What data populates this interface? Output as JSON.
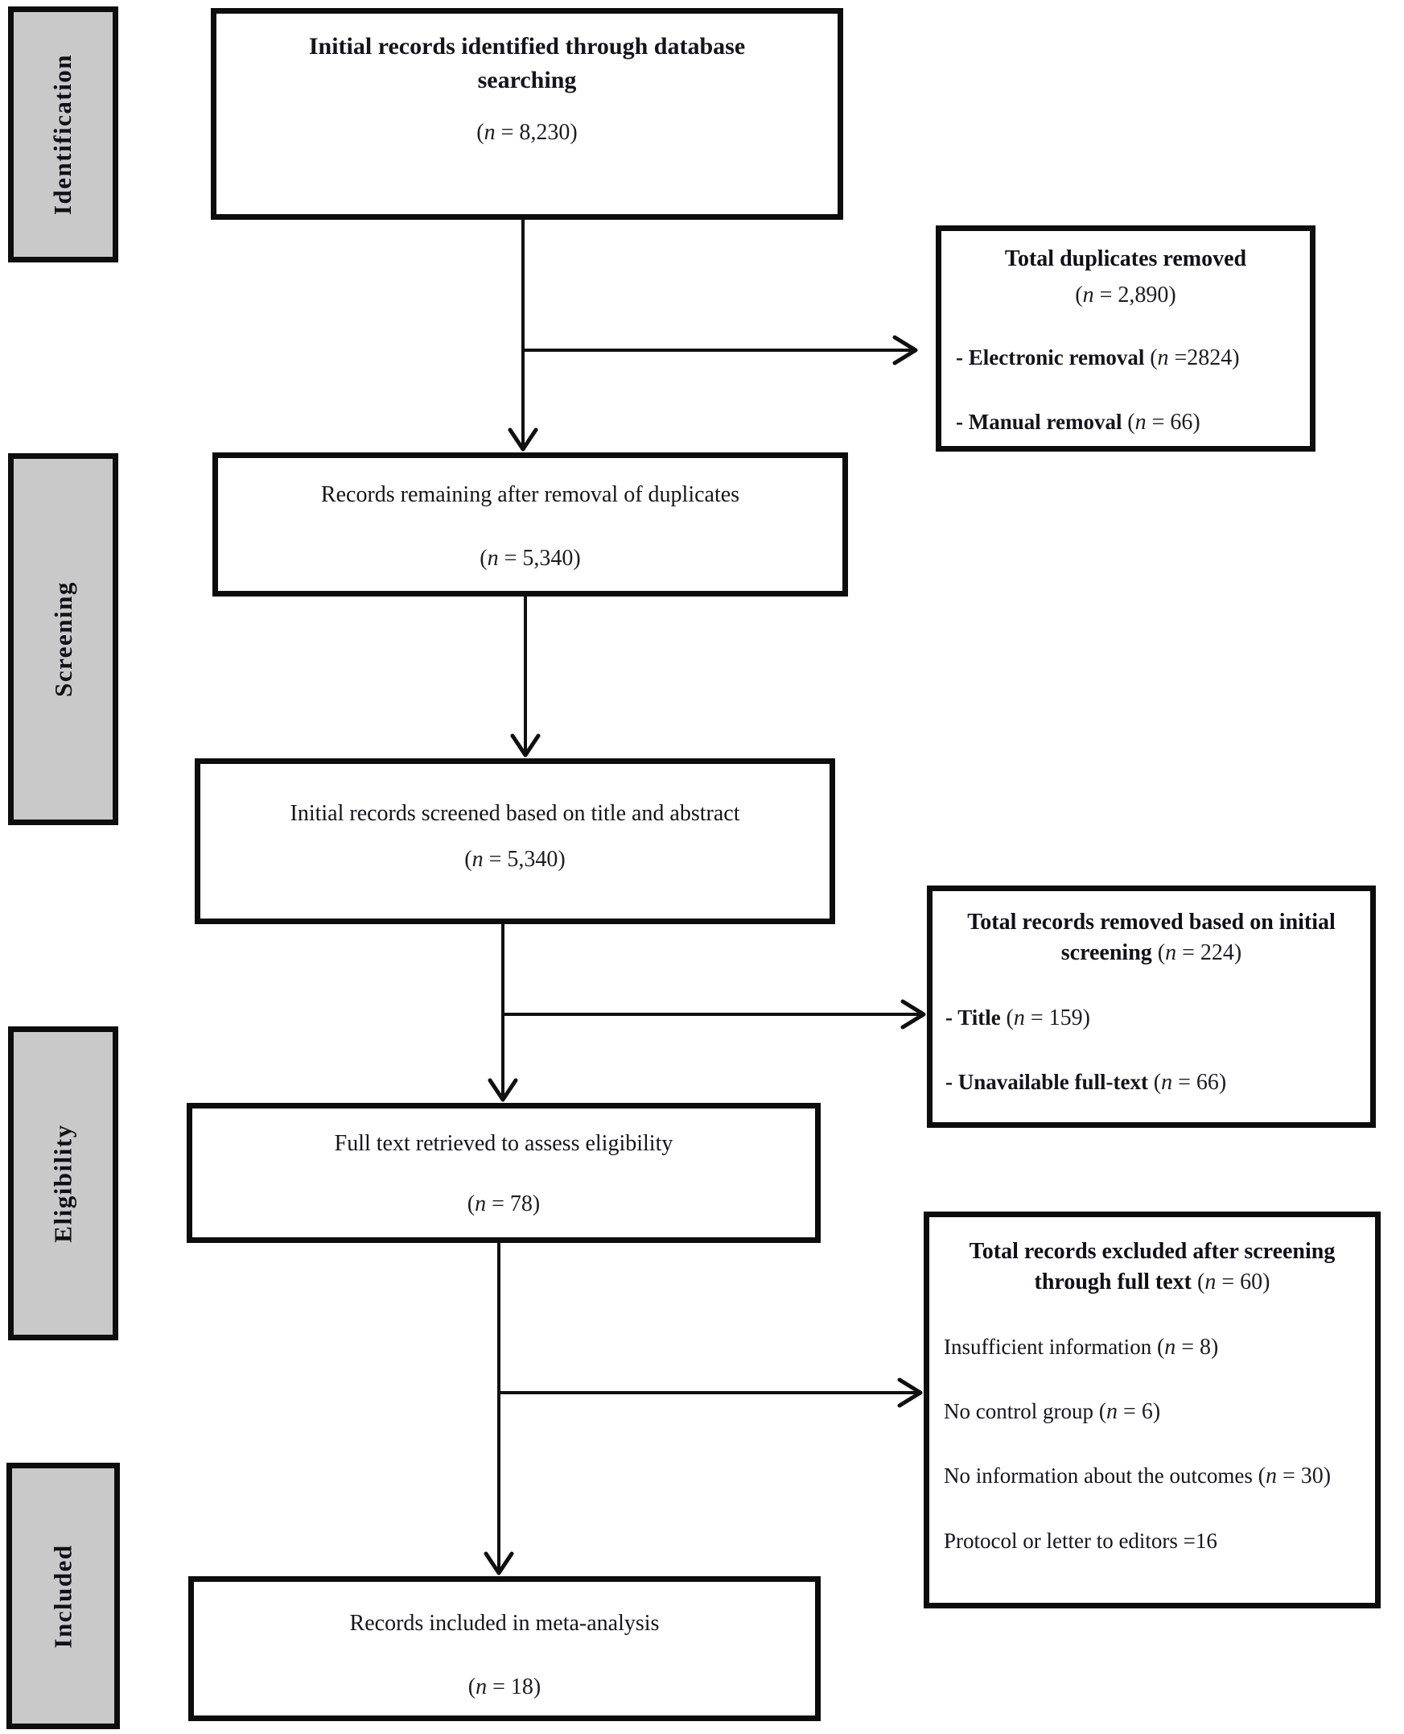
{
  "colors": {
    "stage_fill": "#c9c9c9",
    "border": "#0d0d0d",
    "background": "#ffffff"
  },
  "stages": [
    {
      "label": "Identification"
    },
    {
      "label": "Screening"
    },
    {
      "label": "Eligibility"
    },
    {
      "label": "Included"
    }
  ],
  "flow_boxes": [
    {
      "title": "Initial records identified through database searching",
      "count": "(n = 8,230)"
    },
    {
      "title": "Records remaining after removal of duplicates",
      "count": "(n = 5,340)"
    },
    {
      "title": "Initial records screened based on title and abstract",
      "count": "(n = 5,340)"
    },
    {
      "title": "Full text retrieved to assess eligibility",
      "count": "(n = 78)"
    },
    {
      "title": "Records included in meta-analysis",
      "count": "(n = 18)"
    }
  ],
  "side_boxes": [
    {
      "title": "Total duplicates removed",
      "count": "(n = 2,890)",
      "items": [
        {
          "label": "- Electronic removal",
          "count": "(n =2824)"
        },
        {
          "label": "- Manual removal",
          "count": "(n = 66)"
        }
      ]
    },
    {
      "title": "Total records removed based on initial screening",
      "count": "(n = 224)",
      "items": [
        {
          "label": "- Title",
          "count": "(n = 159)"
        },
        {
          "label": "- Unavailable full-text",
          "count": "(n = 66)"
        }
      ]
    },
    {
      "title": "Total records excluded after screening through full text",
      "count": "(n = 60)",
      "items": [
        {
          "label": "Insufficient information",
          "count": "(n = 8)"
        },
        {
          "label": "No control group",
          "count": "(n = 6)"
        },
        {
          "label": "No information about the outcomes",
          "count": "(n = 30)"
        },
        {
          "label": "Protocol or letter to editors =16",
          "count": ""
        }
      ]
    }
  ]
}
